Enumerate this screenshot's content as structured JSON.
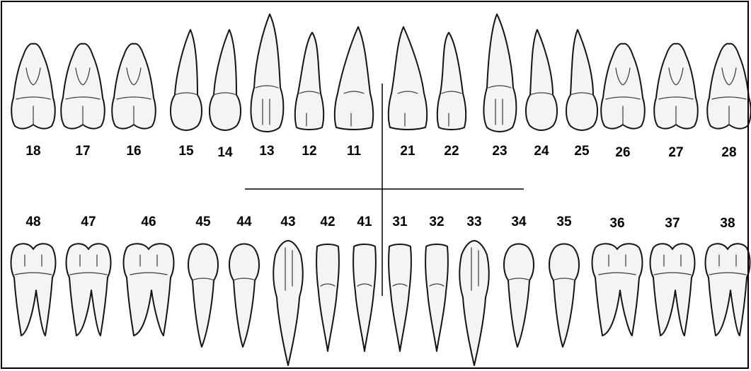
{
  "upper_teeth": [
    {
      "number": "18",
      "type": "molar"
    },
    {
      "number": "17",
      "type": "molar"
    },
    {
      "number": "16",
      "type": "molar"
    },
    {
      "number": "15",
      "type": "premolar"
    },
    {
      "number": "14",
      "type": "premolar"
    },
    {
      "number": "13",
      "type": "canine"
    },
    {
      "number": "12",
      "type": "incisor"
    },
    {
      "number": "11",
      "type": "incisor"
    },
    {
      "number": "21",
      "type": "incisor"
    },
    {
      "number": "22",
      "type": "incisor"
    },
    {
      "number": "23",
      "type": "canine"
    },
    {
      "number": "24",
      "type": "premolar"
    },
    {
      "number": "25",
      "type": "premolar"
    },
    {
      "number": "26",
      "type": "molar"
    },
    {
      "number": "27",
      "type": "molar"
    },
    {
      "number": "28",
      "type": "molar"
    }
  ],
  "lower_teeth": [
    {
      "number": "48",
      "type": "molar"
    },
    {
      "number": "47",
      "type": "molar"
    },
    {
      "number": "46",
      "type": "molar"
    },
    {
      "number": "45",
      "type": "premolar"
    },
    {
      "number": "44",
      "type": "premolar"
    },
    {
      "number": "43",
      "type": "canine"
    },
    {
      "number": "42",
      "type": "incisor"
    },
    {
      "number": "41",
      "type": "incisor"
    },
    {
      "number": "31",
      "type": "incisor"
    },
    {
      "number": "32",
      "type": "incisor"
    },
    {
      "number": "33",
      "type": "canine"
    },
    {
      "number": "34",
      "type": "premolar"
    },
    {
      "number": "35",
      "type": "premolar"
    },
    {
      "number": "36",
      "type": "molar"
    },
    {
      "number": "37",
      "type": "molar"
    },
    {
      "number": "38",
      "type": "molar"
    }
  ],
  "colors": {
    "ink": "#141414",
    "tooth_fill": "#f4f4f4",
    "background": "#ffffff"
  }
}
